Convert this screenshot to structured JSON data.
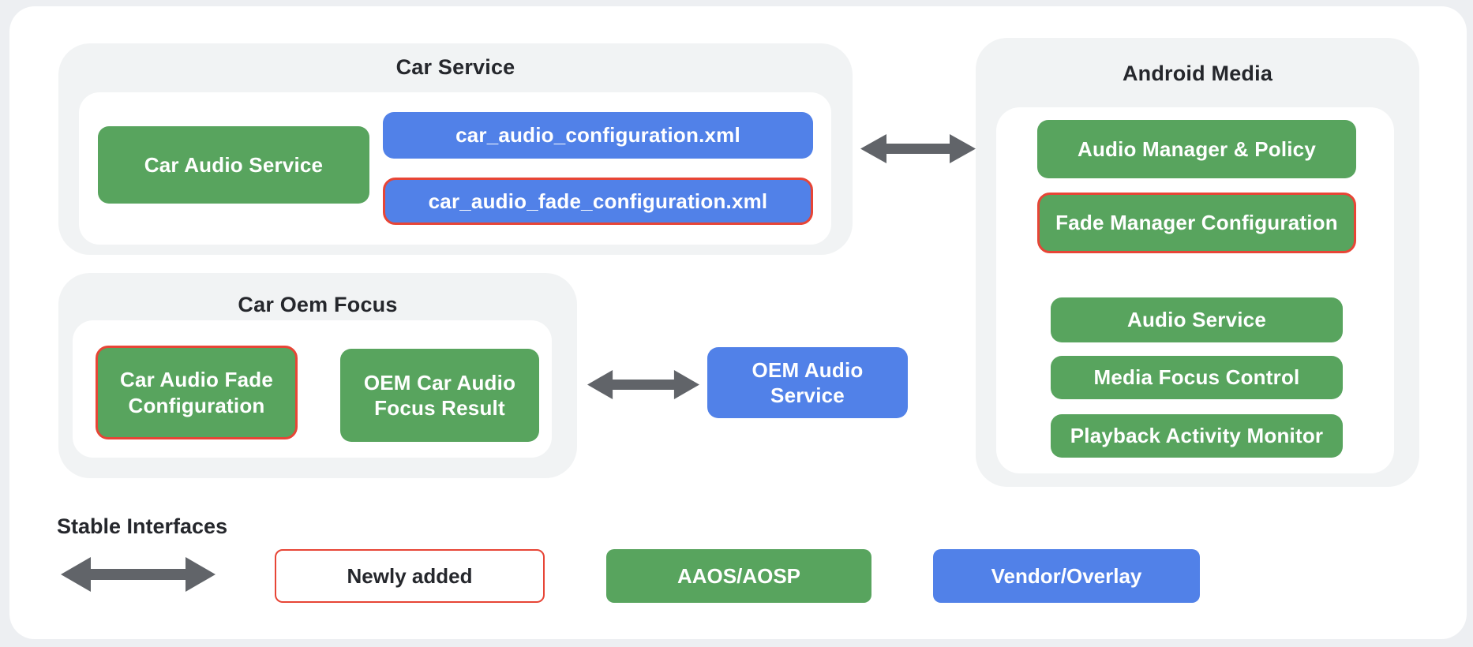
{
  "palette": {
    "green": "#58a45e",
    "blue": "#5181e8",
    "highlight_red": "#e74536",
    "arrow_gray": "#616469",
    "panel_gray": "#f1f3f4",
    "card_white": "#ffffff",
    "page_background": "#edeff2",
    "title_text": "#25272c"
  },
  "diagram": {
    "car_service": {
      "title": "Car Service",
      "boxes": [
        {
          "label": "Car Audio Service",
          "style": "green",
          "highlighted": false
        },
        {
          "label": "car_audio_configuration.xml",
          "style": "blue",
          "highlighted": false
        },
        {
          "label": "car_audio_fade_configuration.xml",
          "style": "blue",
          "highlighted": true
        }
      ]
    },
    "android_media": {
      "title": "Android Media",
      "boxes": [
        {
          "label": "Audio Manager & Policy",
          "style": "green",
          "highlighted": false
        },
        {
          "label": "Fade Manager Configuration",
          "style": "green",
          "highlighted": true
        },
        {
          "label": "Audio Service",
          "style": "green",
          "highlighted": false
        },
        {
          "label": "Media Focus Control",
          "style": "green",
          "highlighted": false
        },
        {
          "label": "Playback Activity Monitor",
          "style": "green",
          "highlighted": false
        }
      ]
    },
    "car_oem_focus": {
      "title": "Car Oem Focus",
      "boxes": [
        {
          "label": "Car Audio Fade Configuration",
          "style": "green",
          "highlighted": true
        },
        {
          "label": "OEM Car Audio Focus Result",
          "style": "green",
          "highlighted": false
        }
      ]
    },
    "standalone": {
      "oem_audio_service": {
        "label": "OEM Audio Service",
        "style": "blue",
        "highlighted": false
      }
    },
    "connections": [
      {
        "from": "Car Service",
        "to": "Android Media",
        "type": "bidirectional-arrow"
      },
      {
        "from": "Car Oem Focus",
        "to": "OEM Audio Service",
        "type": "bidirectional-arrow"
      }
    ]
  },
  "legend": {
    "title": "Stable Interfaces",
    "arrow_meaning": "bidirectional-arrow",
    "items": [
      {
        "label": "Newly added",
        "style": "outlined-red"
      },
      {
        "label": "AAOS/AOSP",
        "style": "green"
      },
      {
        "label": "Vendor/Overlay",
        "style": "blue"
      }
    ]
  }
}
